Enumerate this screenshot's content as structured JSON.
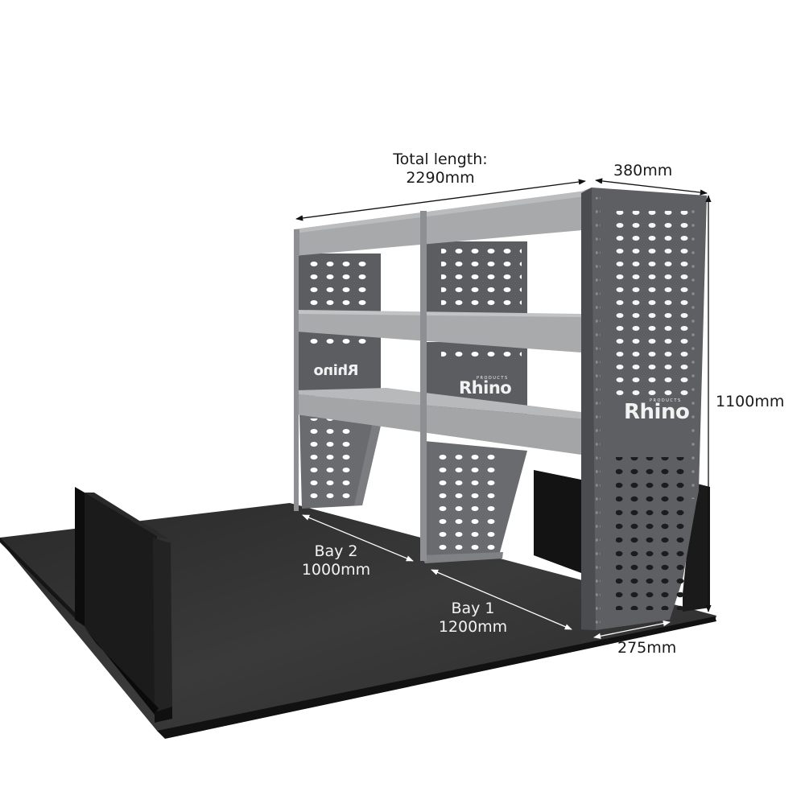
{
  "product": {
    "brand": "Rhino",
    "brand_sub": "PRODUCTS",
    "description": "Van racking shelving unit with 2 bays on black floor panel"
  },
  "dimensions": {
    "total_length_label": "Total length:",
    "total_length_value": "2290mm",
    "depth_top": "380mm",
    "height": "1100mm",
    "depth_base": "275mm",
    "bay2_label": "Bay 2",
    "bay2_value": "1000mm",
    "bay1_label": "Bay 1",
    "bay1_value": "1200mm"
  },
  "colors": {
    "background": "#ffffff",
    "floor": "#2f2f2f",
    "floor_edge": "#111111",
    "bulkhead": "#1a1a1a",
    "shelf_light": "#a6a7a9",
    "shelf_top": "#b3b4b6",
    "panel_dark": "#5a5b5e",
    "end_panel": "#5f6064",
    "hole": "#ffffff",
    "dim_line_dark": "#111111",
    "dim_line_light": "#ffffff"
  }
}
